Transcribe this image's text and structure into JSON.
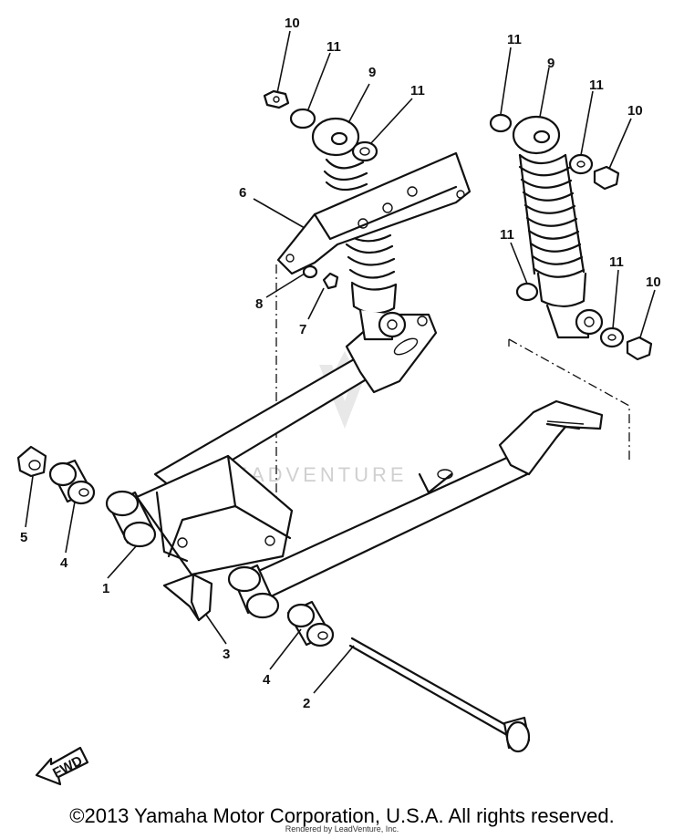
{
  "watermark": {
    "brand": "LEADVENTURE"
  },
  "fwd_label": "FWD",
  "callouts": [
    {
      "id": "c10a",
      "label": "10"
    },
    {
      "id": "c11a",
      "label": "11"
    },
    {
      "id": "c9a",
      "label": "9"
    },
    {
      "id": "c11b",
      "label": "11"
    },
    {
      "id": "c6",
      "label": "6"
    },
    {
      "id": "c8",
      "label": "8"
    },
    {
      "id": "c7",
      "label": "7"
    },
    {
      "id": "c11c",
      "label": "11"
    },
    {
      "id": "c9b",
      "label": "9"
    },
    {
      "id": "c11d",
      "label": "11"
    },
    {
      "id": "c10b",
      "label": "10"
    },
    {
      "id": "c11e",
      "label": "11"
    },
    {
      "id": "c11f",
      "label": "11"
    },
    {
      "id": "c10c",
      "label": "10"
    },
    {
      "id": "c5",
      "label": "5"
    },
    {
      "id": "c4a",
      "label": "4"
    },
    {
      "id": "c1",
      "label": "1"
    },
    {
      "id": "c3",
      "label": "3"
    },
    {
      "id": "c4b",
      "label": "4"
    },
    {
      "id": "c2",
      "label": "2"
    }
  ],
  "footer": {
    "copyright": "©2013 Yamaha Motor Corporation, U.S.A. All rights reserved.",
    "rendered_by": "Rendered by LeadVenture, Inc."
  }
}
